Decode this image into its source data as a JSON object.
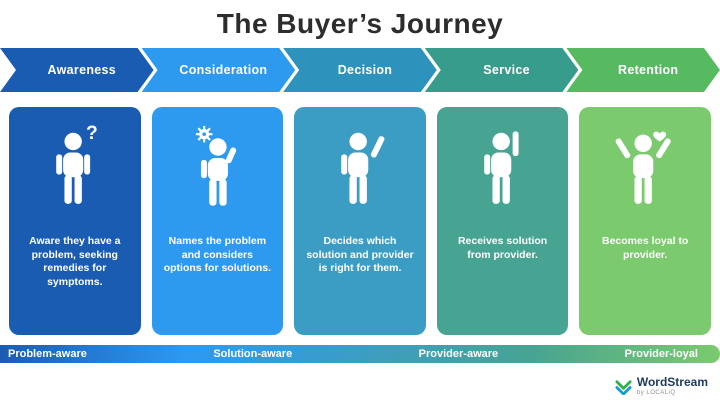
{
  "title": "The Buyer’s Journey",
  "stages": [
    {
      "label": "Awareness",
      "description": "Aware they have a problem, seeking remedies for symptoms.",
      "icon": "person-question-icon",
      "arrow_color": "#1b5cb3",
      "card_color": "#1b5cb3"
    },
    {
      "label": "Consideration",
      "description": "Names the problem and considers options for solutions.",
      "icon": "person-thinking-gear-icon",
      "arrow_color": "#2d9af0",
      "card_color": "#2d9af0"
    },
    {
      "label": "Decision",
      "description": "Decides which solution and provider is right for them.",
      "icon": "person-hand-raised-icon",
      "arrow_color": "#2d93bd",
      "card_color": "#3c9dc4"
    },
    {
      "label": "Service",
      "description": "Receives solution from provider.",
      "icon": "person-receiving-icon",
      "arrow_color": "#379c8b",
      "card_color": "#47a492"
    },
    {
      "label": "Retention",
      "description": "Becomes loyal to provider.",
      "icon": "person-celebrating-icon",
      "arrow_color": "#55ba60",
      "card_color": "#7bca6e"
    }
  ],
  "footer": {
    "labels": [
      "Problem-aware",
      "Solution-aware",
      "Provider-aware",
      "Provider-loyal"
    ],
    "gradient": [
      "#1b5cb3",
      "#7bca6e"
    ]
  },
  "logo": {
    "name": "WordStream",
    "tagline": "by LOCALiQ"
  }
}
